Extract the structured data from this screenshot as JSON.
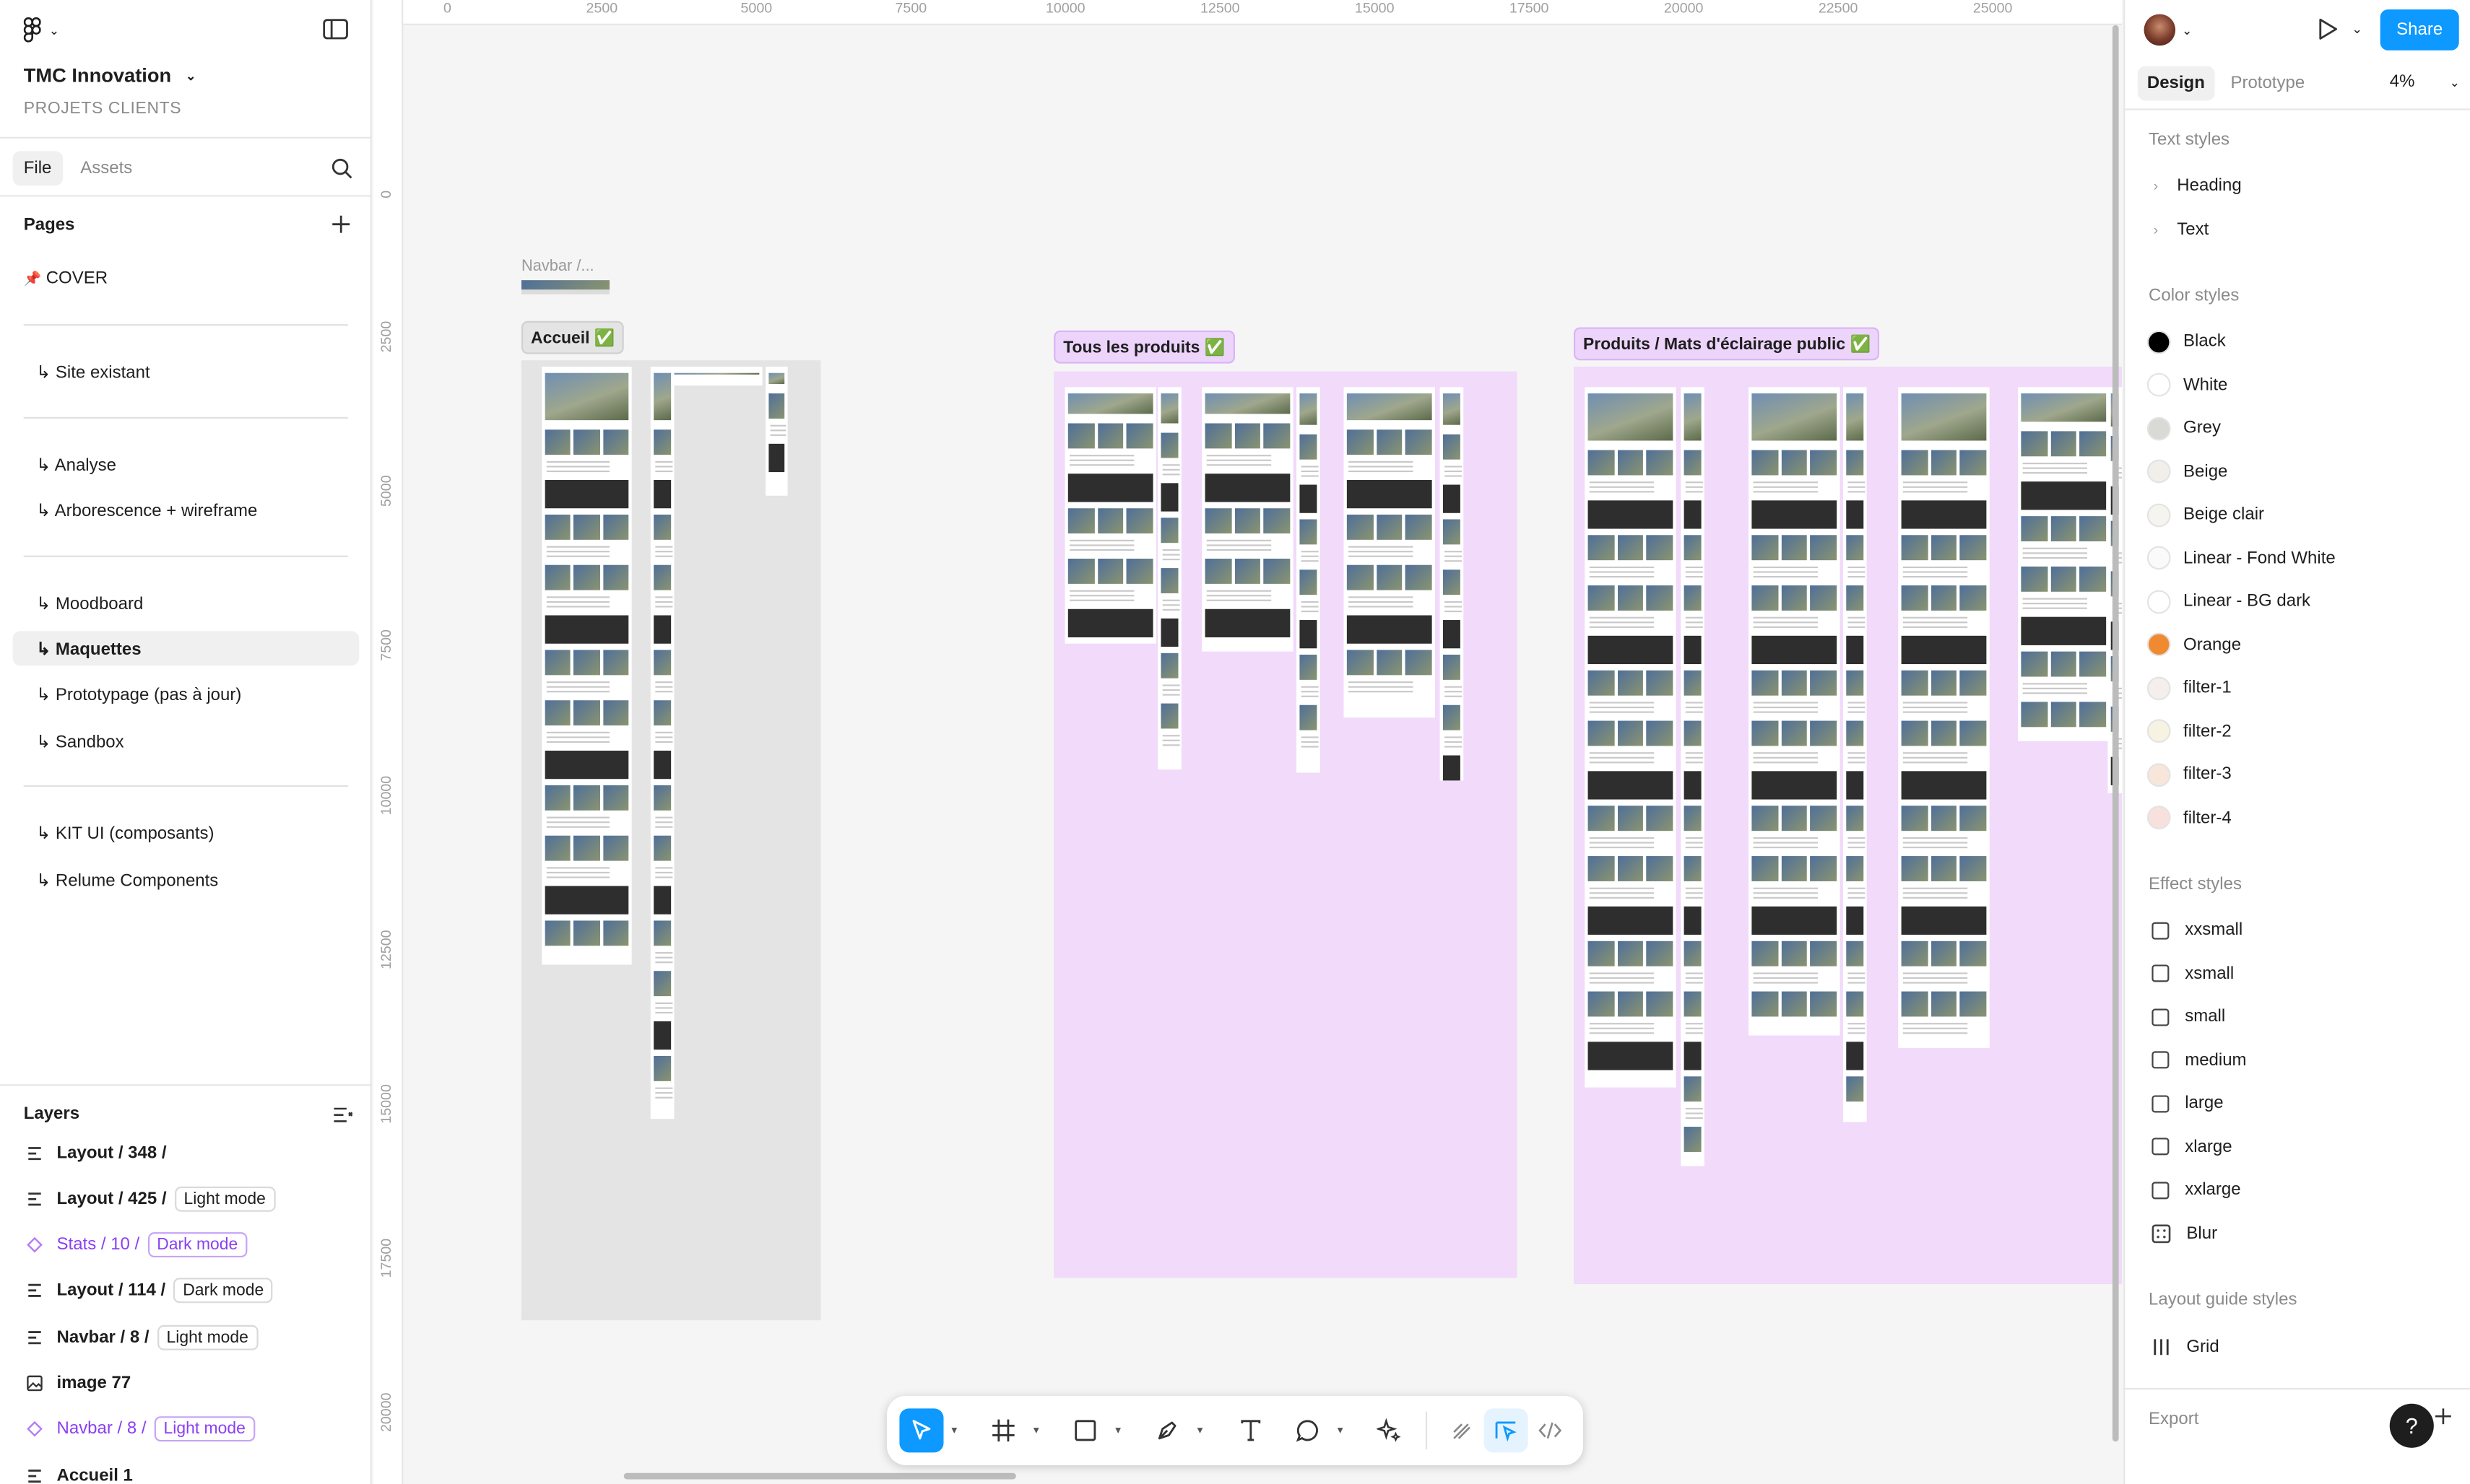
{
  "header": {
    "file_name": "TMC Innovation",
    "project": "PROJETS CLIENTS"
  },
  "left_tabs": {
    "file": "File",
    "assets": "Assets"
  },
  "pages": {
    "title": "Pages",
    "items": [
      {
        "label": "COVER",
        "pin": "📌"
      },
      {
        "label": "↳ Site existant"
      },
      {
        "label": "↳ Analyse"
      },
      {
        "label": "↳ Arborescence + wireframe"
      },
      {
        "label": "↳ Moodboard"
      },
      {
        "label": "↳ Maquettes",
        "active": true
      },
      {
        "label": "↳ Prototypage (pas à jour)"
      },
      {
        "label": "↳ Sandbox"
      },
      {
        "label": "↳ KIT UI (composants)"
      },
      {
        "label": "↳ Relume Components"
      }
    ]
  },
  "layers": {
    "title": "Layers",
    "items": [
      {
        "name": "Layout / 348 /",
        "badge": "",
        "icon": "auto-layout-icon",
        "kind": "frame"
      },
      {
        "name": "Layout / 425 /",
        "badge": "Light mode",
        "icon": "auto-layout-icon",
        "kind": "frame"
      },
      {
        "name": "Stats / 10 /",
        "badge": "Dark mode",
        "icon": "component-instance-icon",
        "kind": "component"
      },
      {
        "name": "Layout / 114 /",
        "badge": "Dark mode",
        "icon": "auto-layout-icon",
        "kind": "frame"
      },
      {
        "name": "Navbar / 8 /",
        "badge": "Light mode",
        "icon": "auto-layout-icon",
        "kind": "frame"
      },
      {
        "name": "image 77",
        "badge": "",
        "icon": "image-icon",
        "kind": "frame"
      },
      {
        "name": "Navbar / 8 /",
        "badge": "Light mode",
        "icon": "component-instance-icon",
        "kind": "component"
      },
      {
        "name": "Accueil 1",
        "badge": "",
        "icon": "auto-layout-icon",
        "kind": "frame"
      }
    ]
  },
  "ruler": {
    "x_ticks": [
      "0",
      "2500",
      "5000",
      "7500",
      "10000",
      "12500",
      "15000",
      "17500",
      "20000",
      "22500",
      "25000"
    ],
    "y_ticks": [
      "0",
      "2500",
      "5000",
      "7500",
      "10000",
      "12500",
      "15000",
      "17500",
      "20000"
    ]
  },
  "canvas": {
    "navbar_label": "Navbar /...",
    "sections": [
      {
        "label": "Accueil ✅"
      },
      {
        "label": "Tous les produits ✅"
      },
      {
        "label": "Produits / Mats d'éclairage public ✅"
      }
    ]
  },
  "right_panel": {
    "share": "Share",
    "tabs": {
      "design": "Design",
      "prototype": "Prototype"
    },
    "zoom": "4%",
    "text_styles": {
      "title": "Text styles",
      "items": [
        "Heading",
        "Text"
      ]
    },
    "color_styles": {
      "title": "Color styles",
      "items": [
        {
          "name": "Black",
          "color": "#000000"
        },
        {
          "name": "White",
          "color": "#ffffff"
        },
        {
          "name": "Grey",
          "color": "#d9d9d6"
        },
        {
          "name": "Beige",
          "color": "#f1efe9"
        },
        {
          "name": "Beige clair",
          "color": "#f6f4ef"
        },
        {
          "name": "Linear - Fond White",
          "color": "#fafafa"
        },
        {
          "name": "Linear - BG dark",
          "color": "#ffffff"
        },
        {
          "name": "Orange",
          "color": "#f08a30"
        },
        {
          "name": "filter-1",
          "color": "#f4efec"
        },
        {
          "name": "filter-2",
          "color": "#f6f3e2"
        },
        {
          "name": "filter-3",
          "color": "#f8e6da"
        },
        {
          "name": "filter-4",
          "color": "#f8e1dd"
        }
      ]
    },
    "effect_styles": {
      "title": "Effect styles",
      "items": [
        "xxsmall",
        "xsmall",
        "small",
        "medium",
        "large",
        "xlarge",
        "xxlarge",
        "Blur"
      ]
    },
    "layout_guide_styles": {
      "title": "Layout guide styles",
      "items": [
        "Grid"
      ]
    },
    "export": "Export",
    "help": "?"
  }
}
